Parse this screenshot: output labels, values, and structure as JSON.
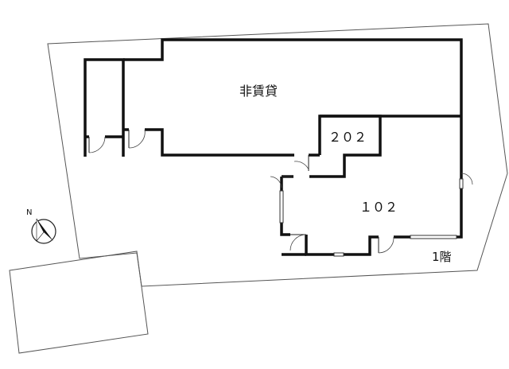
{
  "plan": {
    "non_rental_label": "非賃貸",
    "unit_202_label": "２０２",
    "unit_102_label": "１０２",
    "floor_label": "1階",
    "compass_label": "N"
  }
}
